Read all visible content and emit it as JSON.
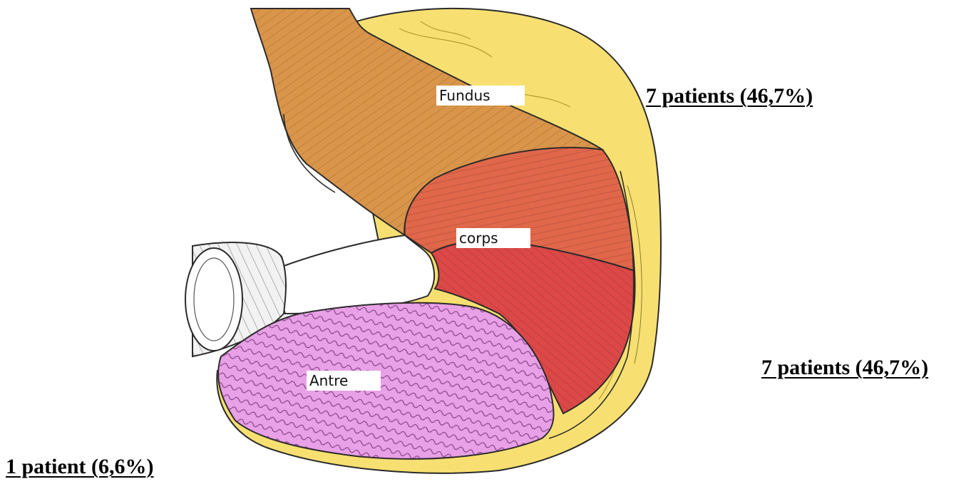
{
  "regions": {
    "fundus": {
      "label": "Fundus",
      "stat": "7 patients (46,7%)",
      "color": "#d9954a"
    },
    "corps": {
      "label": "corps",
      "stat": "7 patients (46,7%)",
      "color": "#e0674a"
    },
    "antre": {
      "label": "Antre",
      "stat": "1 patient (6,6%)",
      "color": "#e8a0e6"
    }
  },
  "colors": {
    "outer_wall": "#f7e071",
    "corps_lower": "#dc4848",
    "outline": "#2b2b2b"
  }
}
